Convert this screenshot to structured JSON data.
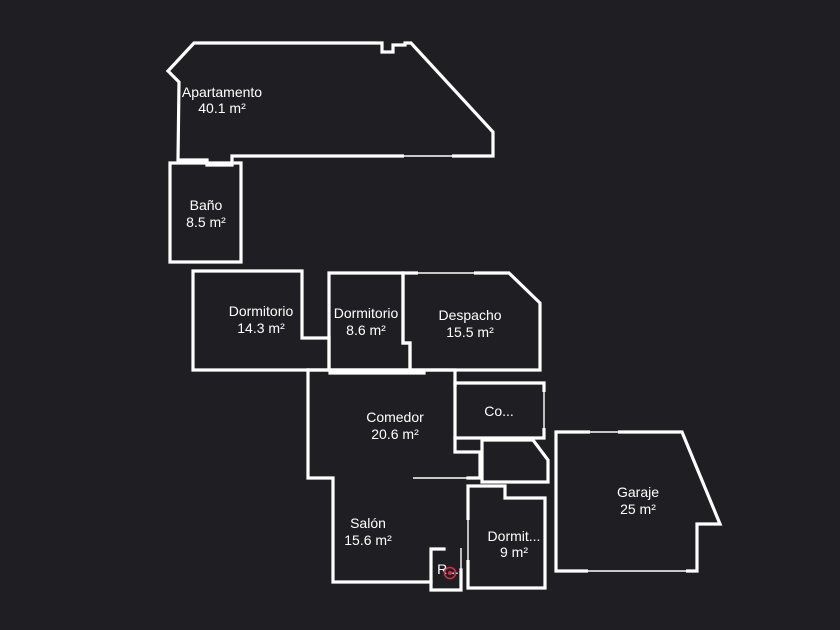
{
  "rooms": {
    "apartamento": {
      "name": "Apartamento",
      "area": "40.1 m²"
    },
    "bano": {
      "name": "Baño",
      "area": "8.5 m²"
    },
    "dormitorio_1": {
      "name": "Dormitorio",
      "area": "14.3 m²"
    },
    "dormitorio_2": {
      "name": "Dormitorio",
      "area": "8.6 m²"
    },
    "despacho": {
      "name": "Despacho",
      "area": "15.5 m²"
    },
    "comedor": {
      "name": "Comedor",
      "area": "20.6 m²"
    },
    "corredor": {
      "name": "Co..."
    },
    "salon": {
      "name": "Salón",
      "area": "15.6 m²"
    },
    "dormitorio_3": {
      "name": "Dormit...",
      "area": "9 m²"
    },
    "recibidor": {
      "name": "R..."
    },
    "garaje": {
      "name": "Garaje",
      "area": "25 m²"
    }
  },
  "colors": {
    "background": "#1f1f23",
    "walls": "#ffffff",
    "marker": "#d0304a"
  },
  "icons": {
    "entrance": "entrance-marker-icon"
  }
}
